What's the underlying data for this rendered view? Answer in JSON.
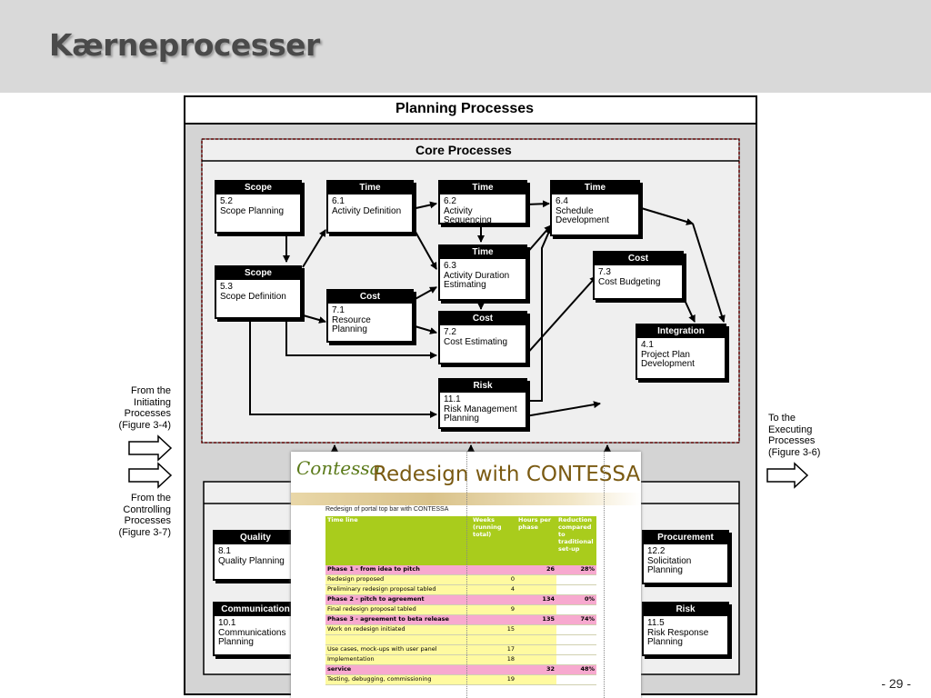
{
  "slide": {
    "title": "Kærneprocesser",
    "page_number": "- 29 -"
  },
  "diagram": {
    "outer_title": "Planning Processes",
    "core_title": "Core Processes",
    "left_text_1": "From the\nInitiating\nProcesses\n(Figure 3-4)",
    "left_text_2": "From the\nControlling\nProcesses\n(Figure 3-7)",
    "right_text": "To the\nExecuting\nProcesses\n(Figure 3-6)",
    "processes": [
      {
        "id": "scope-planning",
        "header": "Scope",
        "body": "5.2\nScope Planning"
      },
      {
        "id": "activity-definition",
        "header": "Time",
        "body": "6.1\nActivity Definition"
      },
      {
        "id": "activity-sequencing",
        "header": "Time",
        "body": "6.2\nActivity Sequencing"
      },
      {
        "id": "schedule-development",
        "header": "Time",
        "body": "6.4\nSchedule\nDevelopment"
      },
      {
        "id": "scope-definition",
        "header": "Scope",
        "body": "5.3\nScope Definition"
      },
      {
        "id": "activity-duration",
        "header": "Time",
        "body": "6.3\nActivity Duration\nEstimating"
      },
      {
        "id": "resource-planning",
        "header": "Cost",
        "body": "7.1\nResource Planning"
      },
      {
        "id": "cost-estimating",
        "header": "Cost",
        "body": "7.2\nCost Estimating"
      },
      {
        "id": "cost-budgeting",
        "header": "Cost",
        "body": "7.3\nCost Budgeting"
      },
      {
        "id": "project-plan",
        "header": "Integration",
        "body": "4.1\nProject Plan\nDevelopment"
      },
      {
        "id": "risk-management",
        "header": "Risk",
        "body": "11.1\nRisk Management\nPlanning"
      },
      {
        "id": "quality-planning",
        "header": "Quality",
        "body": "8.1\nQuality Planning"
      },
      {
        "id": "communications-planning",
        "header": "Communication",
        "body": "10.1\nCommunications\nPlanning"
      },
      {
        "id": "solicitation-planning",
        "header": "Procurement",
        "body": "12.2\nSolicitation\nPlanning"
      },
      {
        "id": "risk-response",
        "header": "Risk",
        "body": "11.5\nRisk Response\nPlanning"
      }
    ]
  },
  "overlay": {
    "logo": "Contessa",
    "title": "Redesign with CONTESSA",
    "caption": "Redesign of portal top bar with CONTESSA",
    "columns": [
      "Time line",
      "Weeks (running total)",
      "Hours per phase",
      "Reduction compared to traditional set-up"
    ],
    "rows": [
      {
        "kind": "phase",
        "label": "Phase 1 - from idea to pitch",
        "weeks": "",
        "hours": "26",
        "reduction": "28%"
      },
      {
        "kind": "task",
        "label": "Redesign proposed",
        "weeks": "0",
        "hours": "",
        "reduction": ""
      },
      {
        "kind": "task",
        "label": "Preliminary redesign proposal tabled",
        "weeks": "4",
        "hours": "",
        "reduction": ""
      },
      {
        "kind": "phase",
        "label": "Phase 2 - pitch to agreement",
        "weeks": "",
        "hours": "134",
        "reduction": "0%"
      },
      {
        "kind": "task",
        "label": "Final redesign proposal tabled",
        "weeks": "9",
        "hours": "",
        "reduction": ""
      },
      {
        "kind": "phase",
        "label": "Phase 3 - agreement to beta release",
        "weeks": "",
        "hours": "135",
        "reduction": "74%"
      },
      {
        "kind": "task",
        "label": "Work on redesign initiated",
        "weeks": "15",
        "hours": "",
        "reduction": ""
      },
      {
        "kind": "task",
        "label": "",
        "weeks": "",
        "hours": "",
        "reduction": ""
      },
      {
        "kind": "task",
        "label": "Use cases, mock-ups with user panel",
        "weeks": "17",
        "hours": "",
        "reduction": ""
      },
      {
        "kind": "task",
        "label": "Implementation",
        "weeks": "18",
        "hours": "",
        "reduction": ""
      },
      {
        "kind": "phase",
        "label": "service",
        "weeks": "",
        "hours": "32",
        "reduction": "48%"
      },
      {
        "kind": "task",
        "label": "Testing, debugging, commissioning",
        "weeks": "19",
        "hours": "",
        "reduction": ""
      }
    ]
  },
  "colors": {
    "header_bar": "#d9d9d9",
    "table_header": "#a9cc1c",
    "phase_row": "#f7a9cf",
    "task_row": "#fffaa0",
    "core_border": "#cc0000"
  }
}
